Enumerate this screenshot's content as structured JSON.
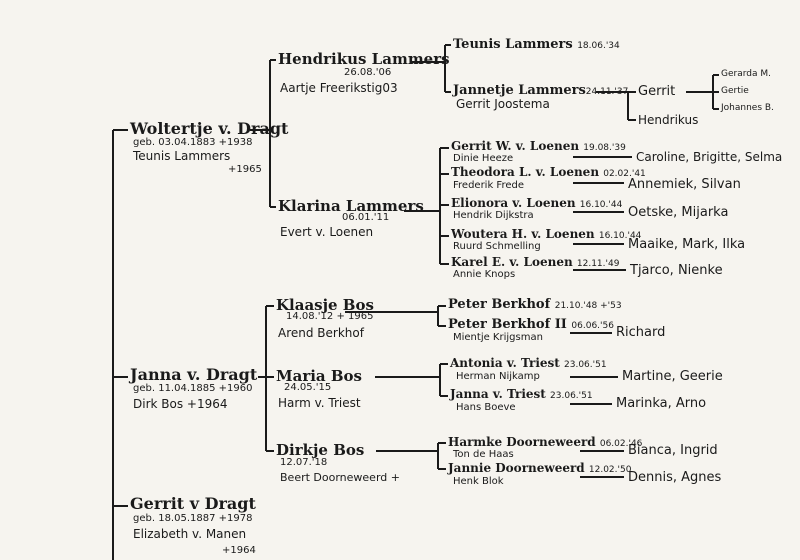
{
  "gen1": {
    "woltertje": {
      "name": "Woltertje v. Dragt",
      "dates": "geb. 03.04.1883 +1938",
      "spouse": "Teunis Lammers",
      "spouse_death": "+1965"
    },
    "janna": {
      "name": "Janna v. Dragt",
      "dates": "geb. 11.04.1885 +1960",
      "spouse": "Dirk Bos +1964"
    },
    "gerrit": {
      "name": "Gerrit v Dragt",
      "dates": "geb. 18.05.1887 +1978",
      "spouse": "Elizabeth v. Manen",
      "spouse_death": "+1964"
    }
  },
  "gen2": {
    "hendrikus": {
      "name": "Hendrikus Lammers",
      "date": "26.08.'06",
      "spouse": "Aartje Freerikstig03"
    },
    "klarina": {
      "name": "Klarina Lammers",
      "date": "06.01.'11",
      "spouse": "Evert v. Loenen"
    },
    "klaasje": {
      "name": "Klaasje Bos",
      "dates": "14.08.'12 + 1965",
      "spouse": "Arend Berkhof"
    },
    "maria": {
      "name": "Maria Bos",
      "date": "24.05.'15",
      "spouse": "Harm v. Triest"
    },
    "dirkje": {
      "name": "Dirkje Bos",
      "date": "12.07.'18",
      "spouse": "Beert Doorneweerd +"
    }
  },
  "gen3": {
    "teunis": {
      "name": "Teunis Lammers",
      "date": "18.06.'34"
    },
    "jannetje": {
      "name": "Jannetje Lammers",
      "date": "24.11.'37",
      "spouse": "Gerrit Joostema"
    },
    "gerrit_w": {
      "name": "Gerrit W. v. Loenen",
      "date": "19.08.'39",
      "spouse": "Dinie Heeze",
      "children": "Caroline, Brigitte, Selma"
    },
    "theodora": {
      "name": "Theodora L. v. Loenen",
      "date": "02.02.'41",
      "spouse": "Frederik Frede",
      "children": "Annemiek, Silvan"
    },
    "elionora": {
      "name": "Elionora v. Loenen",
      "date": "16.10.'44",
      "spouse": "Hendrik Dijkstra",
      "children": "Oetske, Mijarka"
    },
    "woutera": {
      "name": "Woutera H. v. Loenen",
      "date": "16.10.'44",
      "spouse": "Ruurd Schmelling",
      "children": "Maaike, Mark, Ilka"
    },
    "karel": {
      "name": "Karel E. v. Loenen",
      "date": "12.11.'49",
      "spouse": "Annie Knops",
      "children": "Tjarco, Nienke"
    },
    "peter1": {
      "name": "Peter Berkhof",
      "dates": "21.10.'48 +'53"
    },
    "peter2": {
      "name": "Peter Berkhof II",
      "date": "06.06.'56",
      "spouse": "Mientje Krijgsman",
      "children": "Richard"
    },
    "antonia": {
      "name": "Antonia v. Triest",
      "date": "23.06.'51",
      "spouse": "Herman Nijkamp",
      "children": "Martine, Geerie"
    },
    "janna_t": {
      "name": "Janna v. Triest",
      "date": "23.06.'51",
      "spouse": "Hans Boeve",
      "children": "Marinka, Arno"
    },
    "harmke": {
      "name": "Harmke Doorneweerd",
      "date": "06.02.'46",
      "spouse": "Ton de Haas",
      "children": "Bianca, Ingrid"
    },
    "jannie": {
      "name": "Jannie Doorneweerd",
      "date": "12.02.'50",
      "spouse": "Henk Blok",
      "children": "Dennis, Agnes"
    }
  },
  "gen4": {
    "gerrit_j": {
      "name": "Gerrit"
    },
    "hendrikus_j": {
      "name": "Hendrikus"
    }
  },
  "gen5": {
    "gerarda": {
      "name": "Gerarda M."
    },
    "gertie": {
      "name": "Gertie"
    },
    "johannes": {
      "name": "Johannes B."
    }
  }
}
